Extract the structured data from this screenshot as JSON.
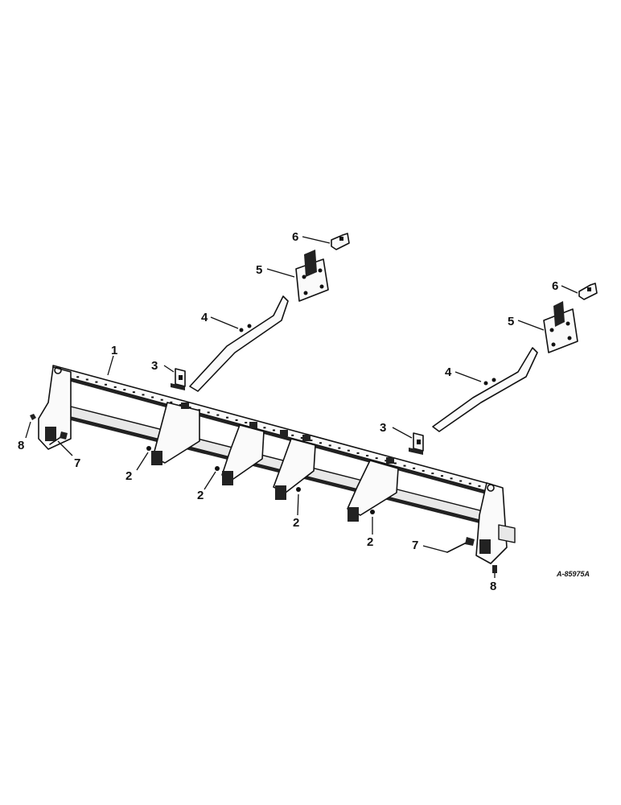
{
  "diagram": {
    "drawing_code": "A-85975A",
    "callouts": [
      {
        "id": "c1",
        "label": "1"
      },
      {
        "id": "c2a",
        "label": "2"
      },
      {
        "id": "c2b",
        "label": "2"
      },
      {
        "id": "c2c",
        "label": "2"
      },
      {
        "id": "c2d",
        "label": "2"
      },
      {
        "id": "c3a",
        "label": "3"
      },
      {
        "id": "c3b",
        "label": "3"
      },
      {
        "id": "c4a",
        "label": "4"
      },
      {
        "id": "c4b",
        "label": "4"
      },
      {
        "id": "c5a",
        "label": "5"
      },
      {
        "id": "c5b",
        "label": "5"
      },
      {
        "id": "c6a",
        "label": "6"
      },
      {
        "id": "c6b",
        "label": "6"
      },
      {
        "id": "c7a",
        "label": "7"
      },
      {
        "id": "c7b",
        "label": "7"
      },
      {
        "id": "c8a",
        "label": "8"
      },
      {
        "id": "c8b",
        "label": "8"
      }
    ]
  }
}
